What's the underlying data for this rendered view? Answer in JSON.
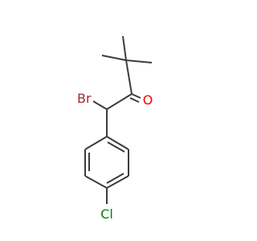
{
  "molecule": {
    "atoms": {
      "bromine": {
        "symbol": "Br",
        "color": "#a52a2a"
      },
      "oxygen": {
        "symbol": "O",
        "color": "#ff0000"
      },
      "chlorine": {
        "symbol": "Cl",
        "color": "#008000"
      }
    },
    "bond_color": "#3c3c3c",
    "background": "#ffffff"
  }
}
